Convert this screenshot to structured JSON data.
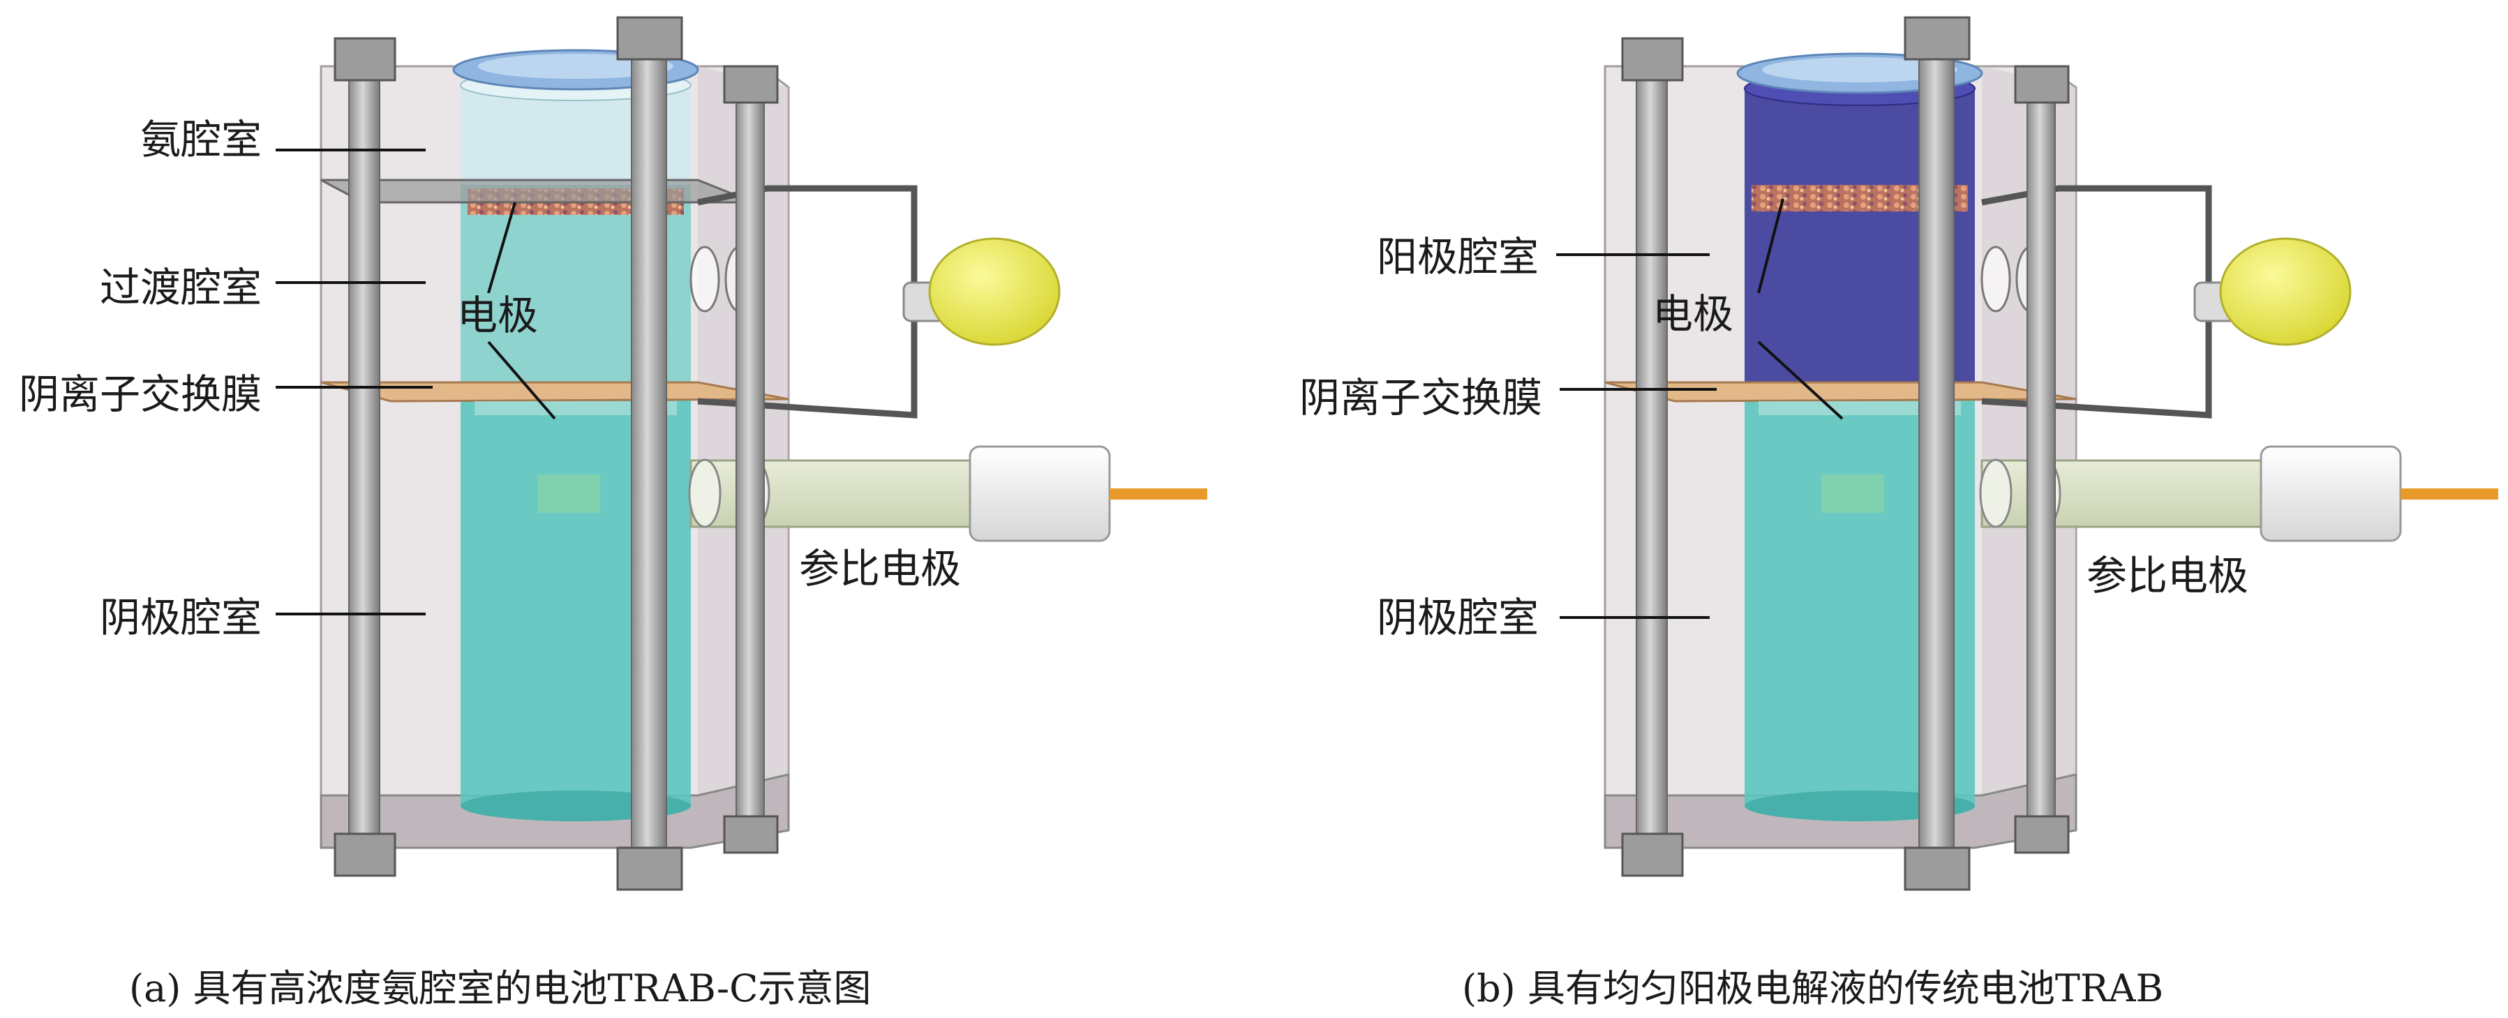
{
  "panel_a": {
    "labels": {
      "ammonia_chamber": "氨腔室",
      "transition_chamber": "过渡腔室",
      "electrode": "电极",
      "membrane": "阴离子交换膜",
      "reference_electrode": "参比电极",
      "cathode_chamber": "阴极腔室"
    },
    "caption": "(a) 具有高浓度氨腔室的电池TRAB-C示意图"
  },
  "panel_b": {
    "labels": {
      "anode_chamber": "阳极腔室",
      "electrode": "电极",
      "membrane": "阴离子交换膜",
      "reference_electrode": "参比电极",
      "cathode_chamber": "阴极腔室"
    },
    "caption": "(b) 具有均匀阳极电解液的传统电池TRAB"
  },
  "colors": {
    "catholyte": "#5cc6bf",
    "anolyte_b": "#3b3a9a",
    "ammonia_liquid": "#cfe9ee",
    "membrane": "#e3b889",
    "bulb": "#e8e64a",
    "frame": "#d9d2d6",
    "wire": "#555555",
    "lead": "#e89a2a"
  }
}
